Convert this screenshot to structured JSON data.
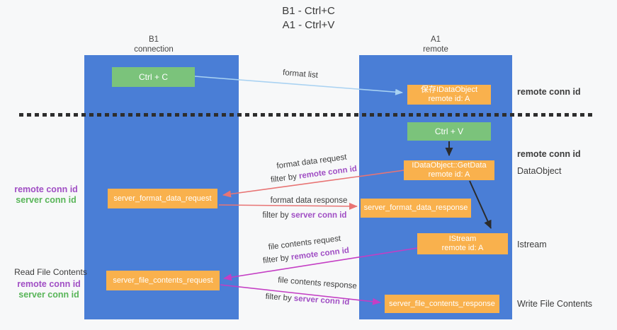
{
  "title": {
    "line1": "B1 - Ctrl+C",
    "line2": "A1 - Ctrl+V"
  },
  "lifelines": {
    "left": {
      "id": "B1",
      "role": "connection"
    },
    "right": {
      "id": "A1",
      "role": "remote"
    }
  },
  "nodes": {
    "ctrl_c": {
      "label": "Ctrl + C"
    },
    "ctrl_v": {
      "label": "Ctrl + V"
    },
    "save_dataobject": {
      "line1": "保存IDataObject",
      "line2": "remote id: A"
    },
    "getdata": {
      "line1": "IDataObject::GetData",
      "line2": "remote id: A"
    },
    "istream": {
      "line1": "IStream",
      "line2": "remote id: A"
    },
    "format_request": {
      "label": "server_format_data_request"
    },
    "format_response": {
      "label": "server_format_data_response"
    },
    "file_request": {
      "label": "server_file_contents_request"
    },
    "file_response": {
      "label": "server_file_contents_response"
    }
  },
  "arrows": {
    "format_list": "format list",
    "format_data_request": "format data request",
    "format_data_response": "format data response",
    "file_contents_request": "file contents request",
    "file_contents_response": "file contents response",
    "filter_by": "filter by ",
    "remote_conn_id": "remote conn id",
    "server_conn_id": "server conn id"
  },
  "annotations": {
    "right": {
      "save_conn": "remote conn id",
      "paste_conn": "remote conn id",
      "dataobject": "DataObject",
      "istream": "Istream",
      "write_file": "Write File Contents"
    },
    "left": {
      "format_remote": "remote conn id",
      "format_server": "server conn id",
      "read_file": "Read File Contents",
      "file_remote": "remote conn id",
      "file_server": "server conn id"
    }
  },
  "colors": {
    "lifeline_blue": "#4a7ed6",
    "key_green": "#7bc37b",
    "message_orange": "#f9b14d",
    "arrow_red": "#e87474",
    "arrow_magenta": "#c43ec4",
    "arrow_blue": "#a9d2f2",
    "conn_purple": "#a04ec4",
    "conn_green": "#58b558"
  }
}
